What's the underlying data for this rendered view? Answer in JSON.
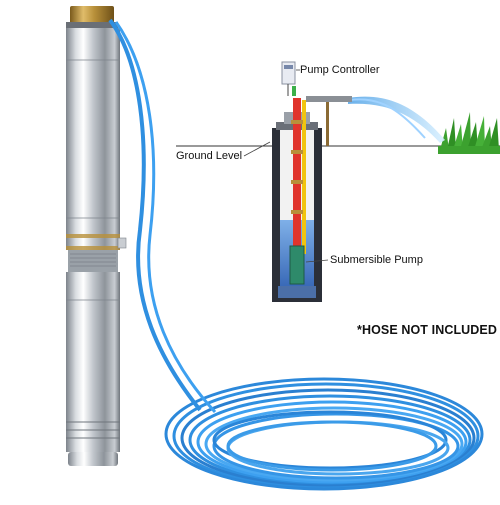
{
  "product_image": {
    "subject": "stainless steel submersible well pump with blue power cable",
    "colors": {
      "steel": "#c9cdd2",
      "brass": "#b8903a",
      "cable": "#2f8fe0",
      "well_casing": "#2b2f38",
      "water": "#3f79c9",
      "riser_pipe": "#e0342c",
      "grass": "#3ca12f"
    }
  },
  "diagram": {
    "pump_controller_label": "Pump Controller",
    "ground_level_label": "Ground Level",
    "submersible_pump_label": "Submersible Pump"
  },
  "notice": {
    "hose_not_included": "*HOSE NOT INCLUDED"
  }
}
